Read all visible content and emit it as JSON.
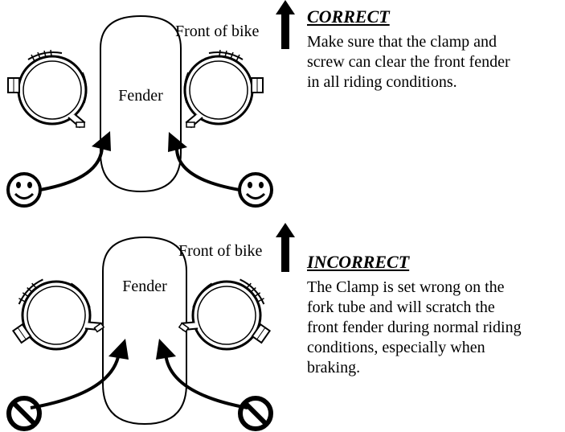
{
  "correct": {
    "front_label": "Front of bike",
    "fender_label": "Fender",
    "heading": "CORRECT",
    "description_lines": [
      "Make sure that the clamp and",
      "screw can clear the front fender",
      "in all riding conditions."
    ],
    "indicator_icon": "smiley-face-icon"
  },
  "incorrect": {
    "front_label": "Front of bike",
    "fender_label": "Fender",
    "heading": "INCORRECT",
    "description_lines": [
      "The Clamp is set wrong on the",
      "fork tube and will scratch the",
      "front fender during normal riding",
      "conditions, especially when",
      "braking."
    ],
    "indicator_icon": "prohibited-sign-icon"
  }
}
